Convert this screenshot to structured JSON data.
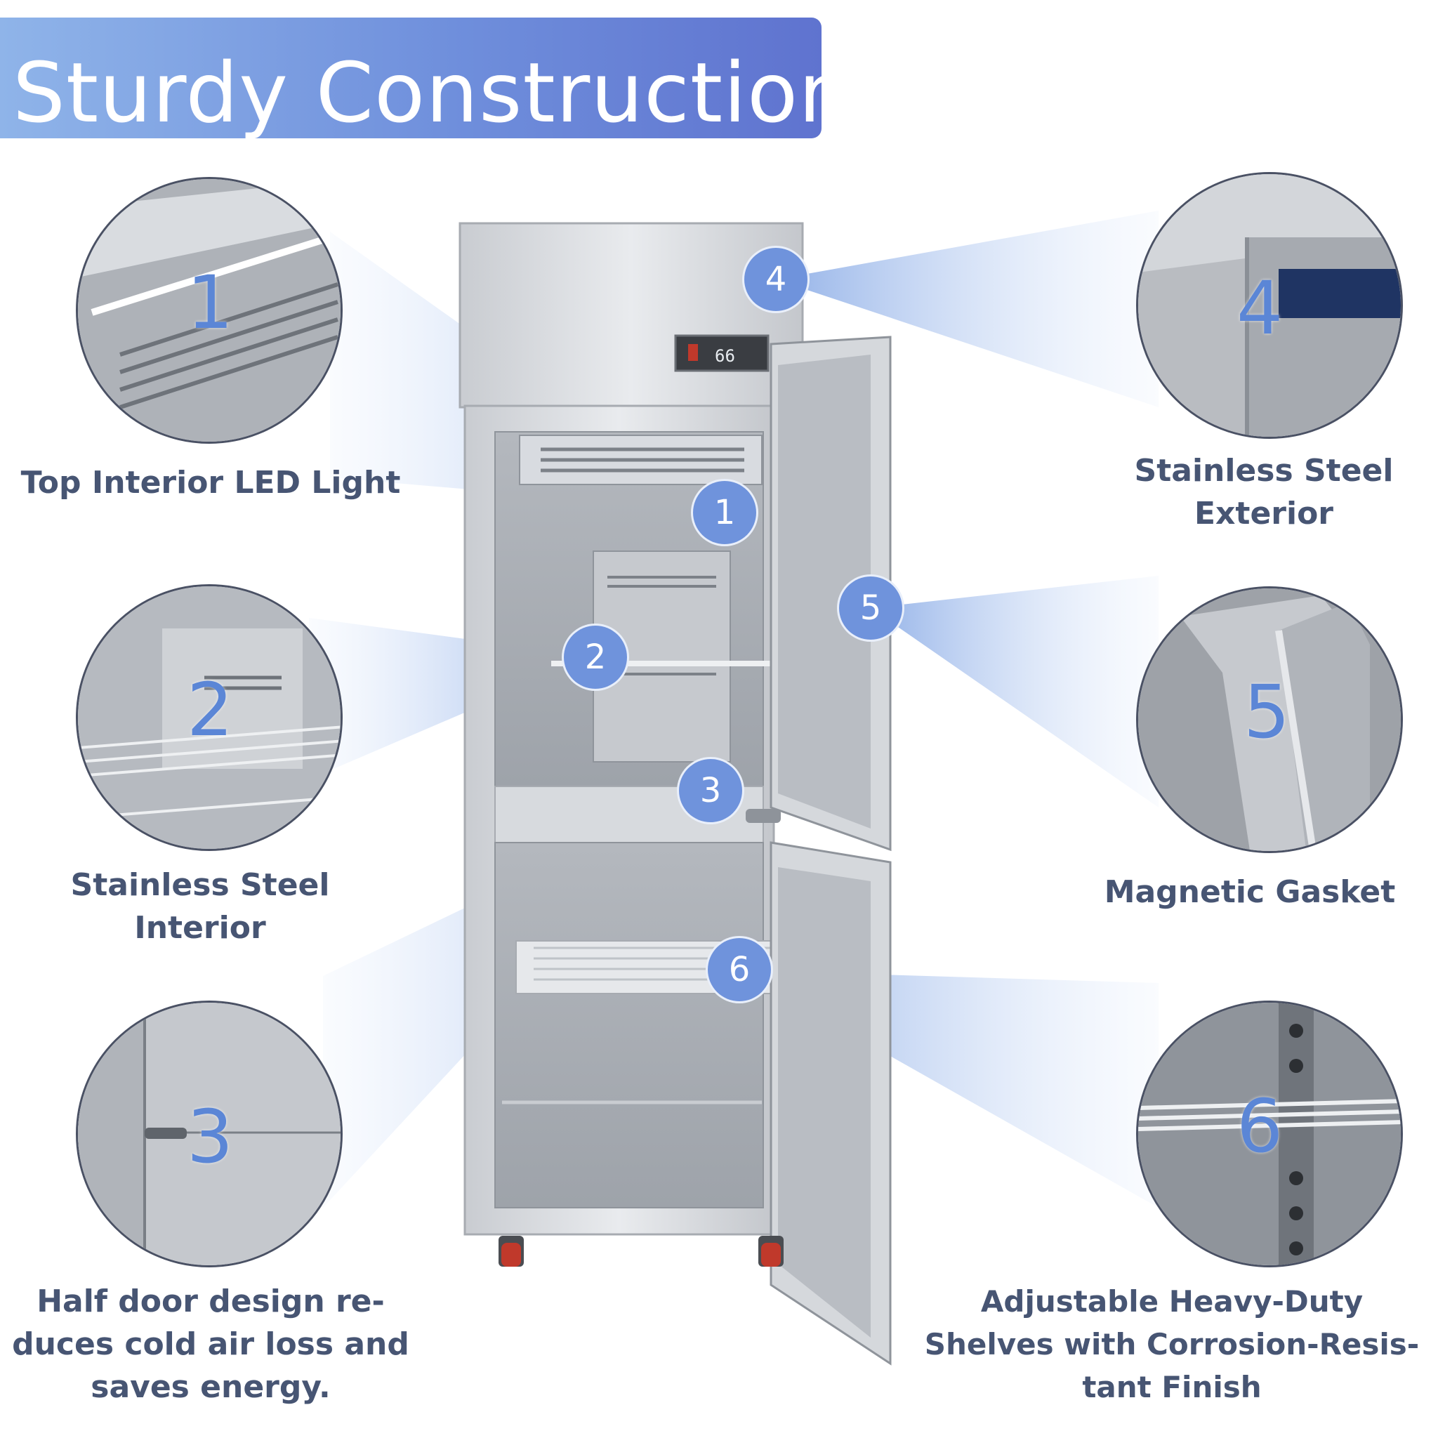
{
  "header": {
    "title": "Sturdy Construction"
  },
  "display_readout": "66",
  "features": [
    {
      "number": "1",
      "caption_lines": [
        "Top Interior LED Light"
      ]
    },
    {
      "number": "2",
      "caption_lines": [
        "Stainless Steel",
        "Interior"
      ]
    },
    {
      "number": "3",
      "caption_lines": [
        "Half door design re-",
        "duces cold air loss and",
        "saves energy."
      ]
    },
    {
      "number": "4",
      "caption_lines": [
        "Stainless Steel",
        "Exterior"
      ]
    },
    {
      "number": "5",
      "caption_lines": [
        "Magnetic Gasket"
      ]
    },
    {
      "number": "6",
      "caption_lines": [
        "Adjustable Heavy-Duty",
        "Shelves with Corrosion-Resis-",
        "tant Finish"
      ]
    }
  ]
}
